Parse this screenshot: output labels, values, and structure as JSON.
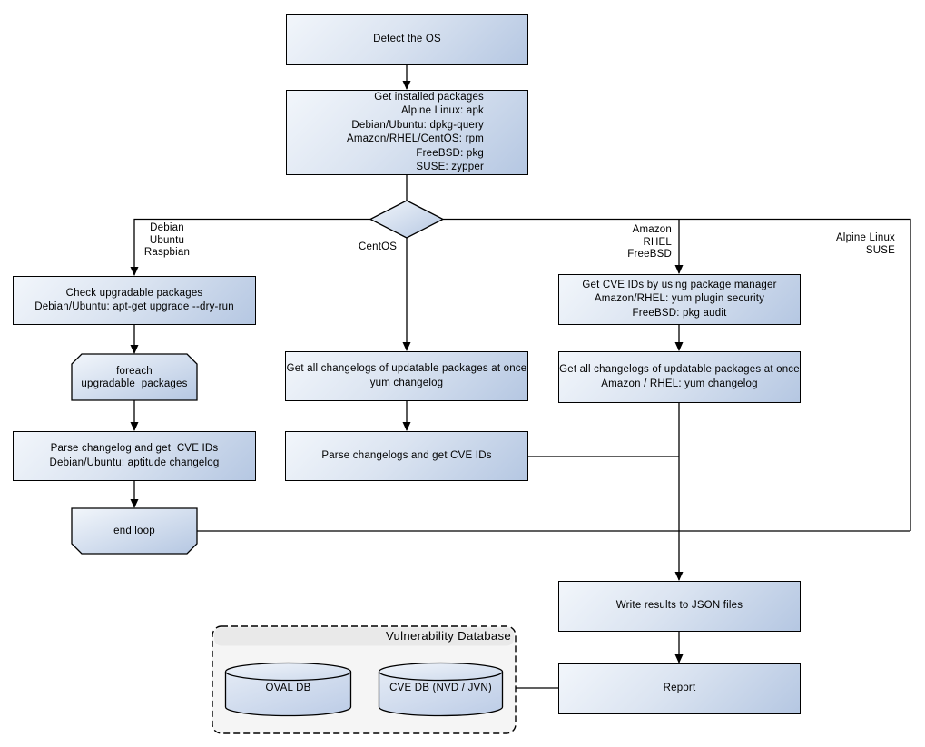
{
  "colors": {
    "node_grad_a": "#f2f6fb",
    "node_grad_b": "#b5c7e2",
    "border": "#000000",
    "line": "#000000",
    "db_panel_fill": "#f5f5f5",
    "db_panel_title_fill": "#e9e9e9",
    "cyl_body_a": "#e3eaf5",
    "cyl_body_b": "#bccce6",
    "cyl_top_a": "#f0f4fa",
    "cyl_top_b": "#ccd9ec"
  },
  "nodes": {
    "detect_os": {
      "label": "Detect the OS"
    },
    "get_installed_packages": {
      "lines": [
        "Get installed packages",
        "Alpine Linux: apk",
        "Debian/Ubuntu: dpkg-query",
        "Amazon/RHEL/CentOS: rpm",
        "FreeBSD: pkg",
        "SUSE: zypper"
      ]
    },
    "check_upgradable": {
      "lines": [
        "Check upgradable packages",
        "Debian/Ubuntu: apt-get upgrade --dry-run"
      ]
    },
    "foreach_loop": {
      "lines": [
        "foreach",
        "upgradable  packages"
      ]
    },
    "parse_changelog_debian": {
      "lines": [
        "Parse changelog and get  CVE IDs",
        "Debian/Ubuntu: aptitude changelog"
      ]
    },
    "end_loop": {
      "label": "end loop"
    },
    "changelogs_centos": {
      "lines": [
        "Get all changelogs of updatable packages at once",
        "yum changelog"
      ]
    },
    "parse_changelogs_centos": {
      "label": "Parse changelogs and get CVE IDs"
    },
    "get_cve_ids_pkg_mgr": {
      "lines": [
        "Get CVE IDs by using package manager",
        "Amazon/RHEL: yum plugin security",
        "FreeBSD: pkg audit"
      ]
    },
    "changelogs_amazon": {
      "lines": [
        "Get all changelogs of updatable packages at once",
        "Amazon / RHEL: yum changelog"
      ]
    },
    "write_results": {
      "label": "Write results to JSON files"
    },
    "report": {
      "label": "Report"
    }
  },
  "edge_labels": {
    "debian": {
      "lines": [
        "Debian",
        "Ubuntu",
        "Raspbian"
      ]
    },
    "centos": {
      "label": "CentOS"
    },
    "amazon": {
      "lines": [
        "Amazon",
        "RHEL",
        "FreeBSD"
      ]
    },
    "alpine": {
      "lines": [
        "Alpine Linux",
        "SUSE"
      ]
    }
  },
  "database_panel": {
    "title": "Vulnerability Database",
    "cylinders": [
      {
        "label": "OVAL DB"
      },
      {
        "label": "CVE DB (NVD / JVN)"
      }
    ]
  }
}
